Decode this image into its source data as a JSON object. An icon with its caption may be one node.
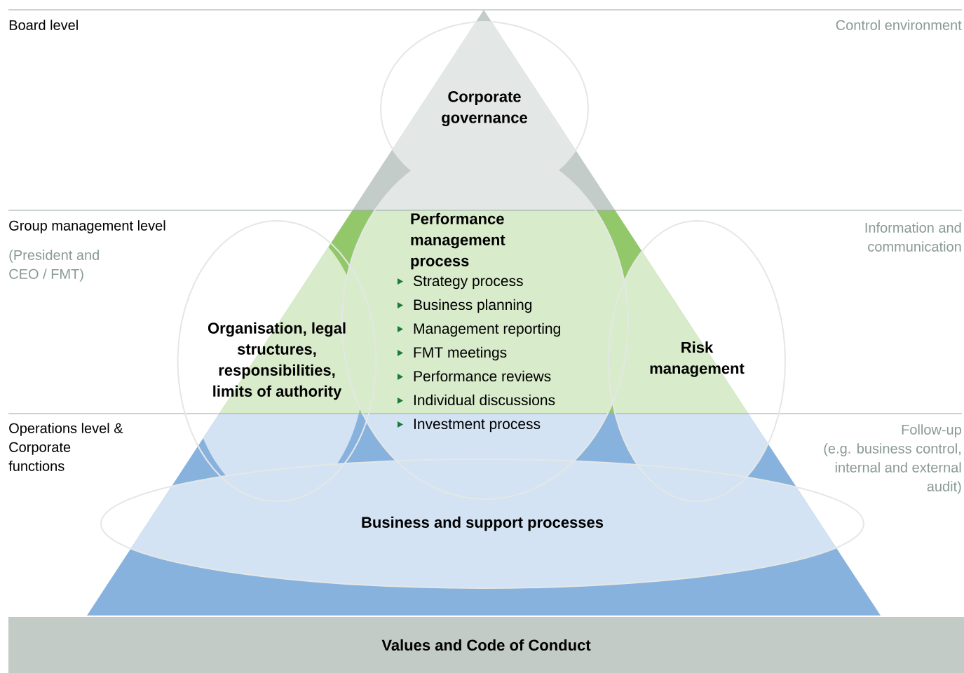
{
  "diagram": {
    "nodes": [
      {
        "text": [
          "Corporate governance"
        ]
      },
      {
        "text": [
          "Performance management process",
          "Strategy process",
          "Business planning",
          "Management reporting",
          "FMT meetings",
          "Performance reviews",
          "Individual discussions",
          "Investment process"
        ]
      },
      {
        "text": [
          "Organisation, legal structures, responsibilities, limits of authority"
        ]
      },
      {
        "text": [
          "Risk management"
        ]
      },
      {
        "text": [
          "Business and support processes"
        ]
      },
      {
        "text": [
          "Values and Code of Conduct"
        ]
      }
    ],
    "labels": [
      "Board level",
      "Control environment",
      "Group management level",
      "Information and communication",
      "(President and CEO / FMT)",
      "Operations level & Corporate functions",
      "Follow-up",
      "(e.g. business control, internal and external audit)"
    ]
  }
}
